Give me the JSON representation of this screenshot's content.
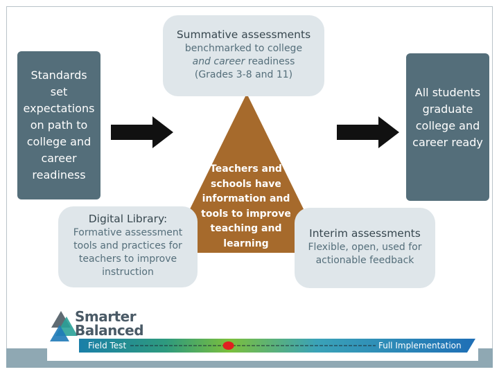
{
  "standards_box": {
    "text": "Standards set expectations on path to college and career readiness"
  },
  "summative_box": {
    "title": "Summative assessments",
    "line1": "benchmarked to college",
    "line2_italic": "and career",
    "line2_rest": " readiness",
    "line3": "(Grades 3-8 and 11)"
  },
  "outcome_box": {
    "text": "All students graduate college and career ready"
  },
  "digital_library_box": {
    "title": "Digital Library:",
    "body": "Formative assessment tools and practices for teachers to improve instruction"
  },
  "interim_box": {
    "title": "Interim assessments",
    "body": "Flexible, open, used for actionable feedback"
  },
  "triangle": {
    "text": "Teachers and schools have information and tools to improve teaching and learning",
    "color": "#a66a2c"
  },
  "logo": {
    "line1": "Smarter",
    "line2": "Balanced"
  },
  "timeline": {
    "start_label": "Field Test",
    "end_label": "Full Implementation",
    "progress_percent": 40,
    "marker_color": "#e02020"
  },
  "colors": {
    "dark_box": "#546e7a",
    "light_box": "#dfe6ea",
    "arrow": "#111111"
  }
}
